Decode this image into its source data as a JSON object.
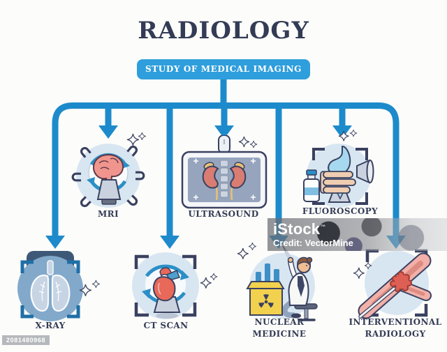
{
  "title": "RADIOLOGY",
  "subtitle": "STUDY OF MEDICAL IMAGING",
  "nodes": {
    "mri": {
      "label": "MRI",
      "icon": "mri-brain-magnets-icon"
    },
    "ultrasound": {
      "label": "ULTRASOUND",
      "icon": "ultrasound-kidneys-monitor-icon"
    },
    "fluoroscopy": {
      "label": "FLUOROSCOPY",
      "icon": "fluoroscopy-digestive-tract-icon"
    },
    "xray": {
      "label": "X-RAY",
      "icon": "xray-lungs-icon"
    },
    "ct": {
      "label": "CT SCAN",
      "icon": "ct-scan-heart-icon"
    },
    "nuclear": {
      "label": "NUCLEAR MEDICINE",
      "icon": "nuclear-medicine-doctor-icon"
    },
    "interventional": {
      "label": "INTERVENTIONAL RADIOLOGY",
      "icon": "interventional-vessel-catheter-icon"
    }
  },
  "watermark": {
    "brand": "iStock",
    "brand_mark": "™",
    "credit": "Credit: VectorMine",
    "id": "2081480968"
  },
  "colors": {
    "connector_blue": "#1D8BCB",
    "subtitle_box_blue": "#2E9EDC",
    "ink_navy": "#333B55",
    "outline_navy": "#3A4160",
    "light_circle_blue": "#D8E6F2",
    "xray_circle_blue": "#82A9CA",
    "organ_pink": "#F0958D",
    "container_yellow": "#F2D14E"
  }
}
